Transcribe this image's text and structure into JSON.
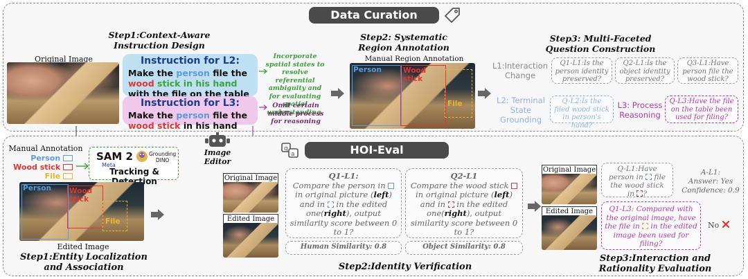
{
  "curation": {
    "banner": "Data Curation",
    "step1_title_a": "Step1:Context-Aware",
    "step1_title_b": "Instruction Design",
    "original_image_label": "Original Image",
    "instr_l2_head": "Instruction for L2:",
    "instr_l2_t1": "Make the ",
    "instr_l2_t2": "person",
    "instr_l2_t3": " file the ",
    "instr_l2_t4": "wood",
    "instr_l2_t5": "stick in his hand",
    "instr_l2_t6": " with the file on the table",
    "instr_l3_head": "Instruction for L3:",
    "instr_l3_t1": "Make the ",
    "instr_l3_t2": "person",
    "instr_l3_t3": " file the ",
    "instr_l3_t4": "wood",
    "instr_l3_t5": "stick",
    "instr_l3_t6": " in his hand",
    "note_green": "Incorporate spatial states to resolve referential ambiguity and for evaluating spatial understanding.",
    "note_purple": "Omit certain middle process for reasoning",
    "step2_title_a": "Step2: Systematic",
    "step2_title_b": "Region Annotation",
    "manual_region_label": "Manual Region Annotation",
    "tag_person": "Person",
    "tag_wood": "Wood stick",
    "tag_file": "File",
    "step3_title_a": "Step3: Multi-Faceted",
    "step3_title_b": "Question Construction",
    "l1_label": "L1:Interaction Change",
    "q1_l1": "Q1-L1:Is the person identity preserved?",
    "q2_l1": "Q2-L1:Is the object identity preserved?",
    "q3_l1": "Q3-L1:Have person file the wood stick?",
    "l2_label": "L2: Terminal State Grounding",
    "q_l2": "Q-L2:Is the filed wood stick in person's hand?",
    "l3_label": "L3: Process Reasoning",
    "q_l3": "Q-L3:Have the file on the table been used for filing?"
  },
  "hoi": {
    "banner": "HOI-Eval",
    "manual_annotation_label": "Manual Annotation",
    "ann_person": "Person",
    "ann_wood": "Wood stick",
    "ann_file": "File",
    "sam_title": "SAM 2",
    "sam_sub": "Meta",
    "grounding_a": "Grounding",
    "grounding_b": "DINO",
    "tracking_label": "Tracking & Detection",
    "image_editor_a": "Image",
    "image_editor_b": "Editor",
    "edited_image_label": "Edited Image",
    "step1_title_a": "Step1:Entity Localization",
    "step1_title_b": "and Association",
    "orig_small": "Original Image",
    "edited_small": "Edited Image",
    "q1_head": "Q1-L1:",
    "q1_text_a": "Compare the person in",
    "q1_text_b": "in original picture (",
    "q1_left": "left",
    "q1_text_c": ")",
    "q1_text_d": "and in",
    "q1_text_e": "in the edited one(",
    "q1_right": "right",
    "q1_text_f": "), output similarity score between 0 to 1?",
    "q2_head": "Q2-L1",
    "q2_text_a": "Compare the wood stick",
    "q2_text_b": "in original picture",
    "q2_left": "left",
    "q2_text_c": ") and in",
    "q2_text_d": "in the edited one(",
    "q2_right": "right",
    "q2_text_e": "), output similarity score between 0 to 1?",
    "human_sim": "Human Similarity: 0.8",
    "object_sim": "Object Similarity: 0.8",
    "step2_title": "Step2:Identity Verification",
    "orig_small2": "Original Image",
    "edited_small2": "Edited Image",
    "ql1_a": "Q-L1:Have",
    "ql1_b": "person in",
    "ql1_c": "file",
    "ql1_d": "the wood stick",
    "ql1_e": "in",
    "ql1_f": "?",
    "al1_a": "A-L1:",
    "al1_b": "Answer: Yes",
    "al1_c": "Confidence: 0.9",
    "q1l3_a": "Q1-L3: Compared with the original image, have the file in",
    "q1l3_b": "in the edited image been used for filing?",
    "no_label": "No",
    "step3_title_a": "Step3:Interaction and",
    "step3_title_b": "Rationality Evaluation"
  },
  "colors": {
    "person": "#5b9bdc",
    "wood": "#e53333",
    "file": "#e8b530",
    "green": "#3aa33a",
    "purple": "#b13aa8",
    "banner": "#4a4a4a"
  },
  "icons": [
    "tag-icon",
    "robot-icon",
    "eval-icon",
    "cross-icon"
  ]
}
